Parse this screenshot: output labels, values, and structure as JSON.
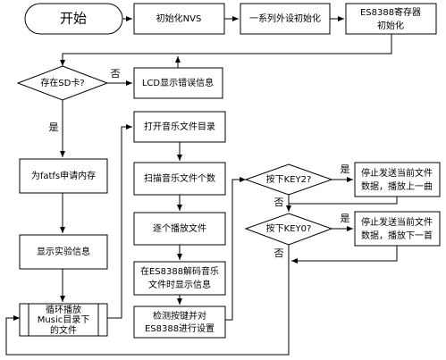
{
  "flowchart": {
    "nodes": {
      "start": "开始",
      "init_nvs": "初始化NVS",
      "init_peripherals": "一系列外设初始化",
      "init_es8388_line1": "ES8388寄存器",
      "init_es8388_line2": "初始化",
      "decision_sd": "存在SD卡?",
      "lcd_error": "LCD显示错误信息",
      "alloc_fatfs": "为fatfs申请内存",
      "show_info": "显示实验信息",
      "loop_line1": "循环播放",
      "loop_line2": "Music目录下",
      "loop_line3": "的文件",
      "open_dir": "打开音乐文件目录",
      "scan_files": "扫描音乐文件个数",
      "play_each": "逐个播放文件",
      "decode_line1": "在ES8388解码音乐",
      "decode_line2": "文件时显示信息",
      "detect_line1": "检测按键并对",
      "detect_line2": "ES8388进行设置",
      "decision_key2": "按下KEY2?",
      "decision_key0": "按下KEY0?",
      "stop_prev_line1": "停止发送当前文件",
      "stop_prev_line2": "数据，播放上一曲",
      "stop_next_line1": "停止发送当前文件",
      "stop_next_line2": "数据，播放下一首"
    },
    "labels": {
      "sd_no": "否",
      "sd_yes": "是",
      "key2_yes": "是",
      "key2_no": "否",
      "key0_yes": "是",
      "key0_no": "否"
    }
  }
}
